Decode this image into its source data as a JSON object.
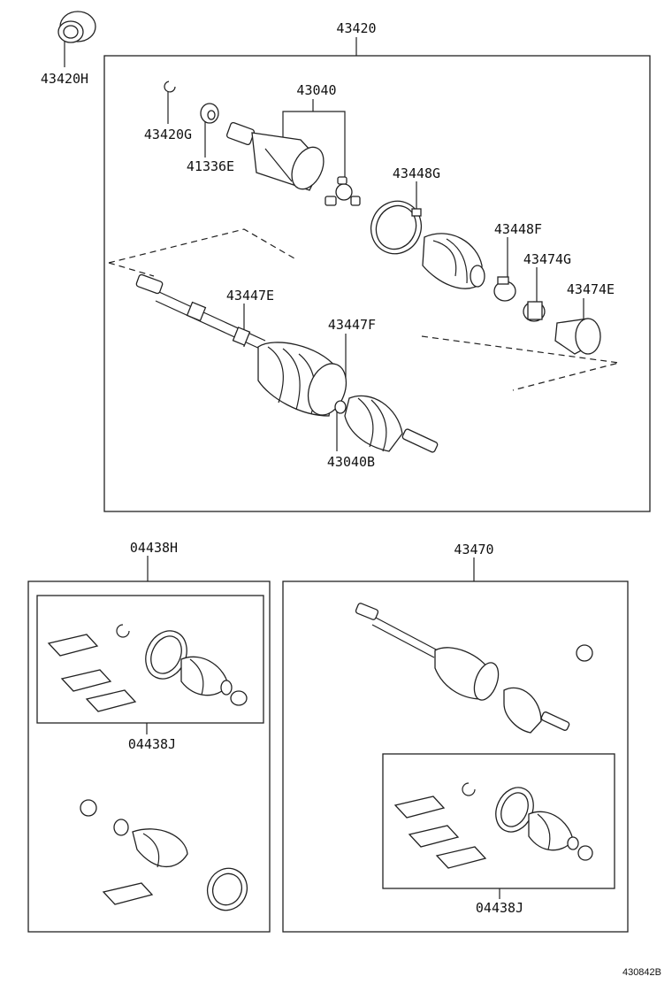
{
  "labels": {
    "p43420": "43420",
    "p43420H": "43420H",
    "p43040": "43040",
    "p43420G": "43420G",
    "p41336E": "41336E",
    "p43448G": "43448G",
    "p43448F": "43448F",
    "p43474G": "43474G",
    "p43474E": "43474E",
    "p43447E": "43447E",
    "p43447F": "43447F",
    "p43040B": "43040B",
    "p04438H": "04438H",
    "p04438J_left": "04438J",
    "p43470": "43470",
    "p04438J_right": "04438J"
  },
  "figure_ref": "430842B"
}
